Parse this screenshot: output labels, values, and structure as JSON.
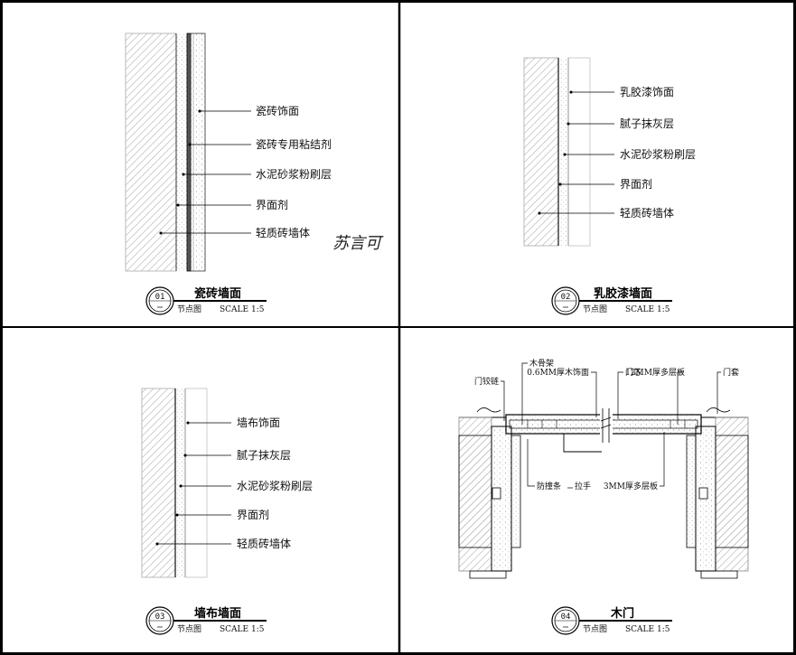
{
  "panels": [
    {
      "number": "01",
      "title": "瓷砖墙面",
      "subtitle": "节点图",
      "scale": "SCALE 1:5",
      "labels": [
        "瓷砖饰面",
        "瓷砖专用粘结剂",
        "水泥砂浆粉刷层",
        "界面剂",
        "轻质砖墙体"
      ]
    },
    {
      "number": "02",
      "title": "乳胶漆墙面",
      "subtitle": "节点图",
      "scale": "SCALE 1:5",
      "labels": [
        "乳胶漆饰面",
        "腻子抹灰层",
        "水泥砂浆粉刷层",
        "界面剂",
        "轻质砖墙体"
      ]
    },
    {
      "number": "03",
      "title": "墙布墙面",
      "subtitle": "节点图",
      "scale": "SCALE 1:5",
      "labels": [
        "墙布饰面",
        "腻子抹灰层",
        "水泥砂浆粉刷层",
        "界面剂",
        "轻质砖墙体"
      ]
    },
    {
      "number": "04",
      "title": "木门",
      "subtitle": "节点图",
      "scale": "SCALE 1:5",
      "labels": [
        "门铰链",
        "木骨架",
        "0.6MM厚木饰面",
        "门芯",
        "12MM厚多层板",
        "门套",
        "防撞条",
        "拉手",
        "3MM厚多层板"
      ]
    }
  ],
  "signature": "苏言可"
}
